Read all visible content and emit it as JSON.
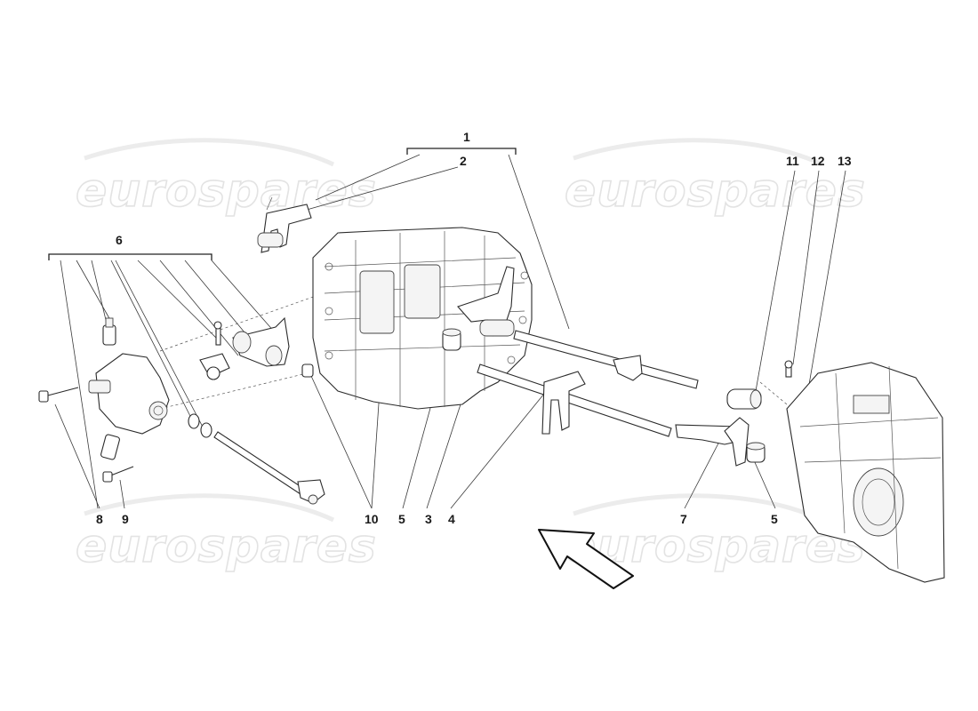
{
  "watermark": {
    "text": "eurospares"
  },
  "callouts": {
    "c1": "1",
    "c2": "2",
    "c3": "3",
    "c4": "4",
    "c5a": "5",
    "c5b": "5",
    "c6": "6",
    "c7": "7",
    "c8": "8",
    "c9": "9",
    "c10": "10",
    "c11": "11",
    "c12": "12",
    "c13": "13"
  },
  "icons": {
    "direction_arrow": "front-direction-arrow-icon"
  }
}
